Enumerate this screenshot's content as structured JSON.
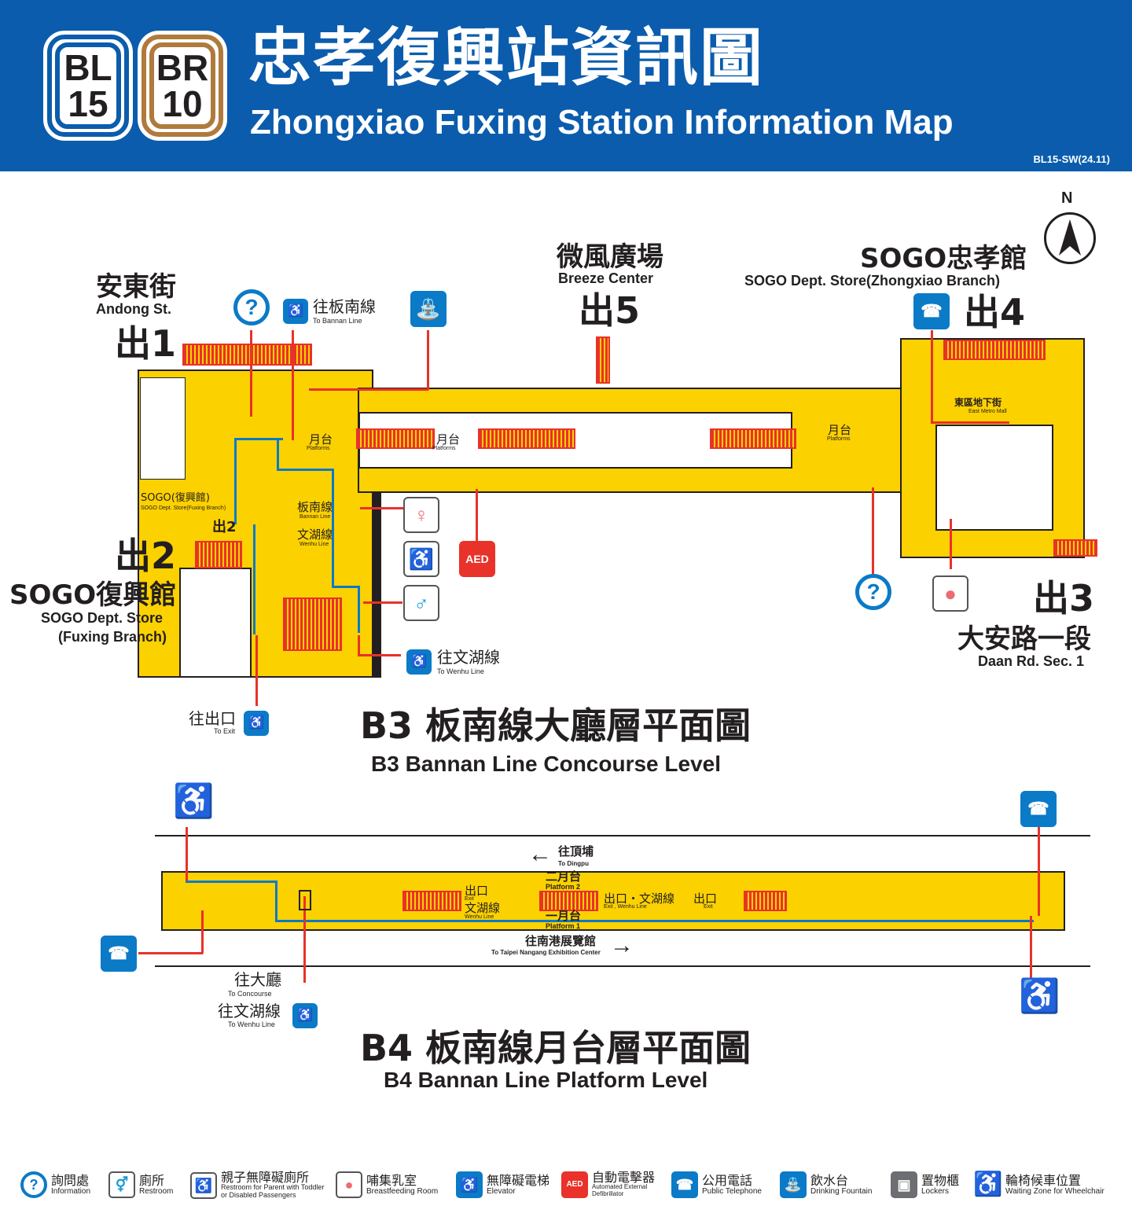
{
  "header": {
    "badges": [
      {
        "line": "BL",
        "num": "15",
        "color": "#0b5cad"
      },
      {
        "line": "BR",
        "num": "10",
        "color": "#b07a3c"
      }
    ],
    "title_zh": "忠孝復興站資訊圖",
    "title_en": "Zhongxiao Fuxing Station Information Map",
    "code": "BL15-SW(24.11)",
    "bg": "#0b5cad"
  },
  "compass": "N",
  "b3": {
    "exit1": {
      "zh": "安東街",
      "en": "Andong St.",
      "exit": "出1"
    },
    "exit2": {
      "zh": "SOGO復興館",
      "en1": "SOGO Dept. Store",
      "en2": "(Fuxing Branch)",
      "exit": "出2",
      "small": "出2"
    },
    "exit3": {
      "zh": "大安路一段",
      "en": "Daan Rd. Sec. 1",
      "exit": "出3"
    },
    "exit4": {
      "zh": "SOGO忠孝館",
      "en": "SOGO Dept. Store(Zhongxiao Branch)",
      "exit": "出4"
    },
    "exit5": {
      "zh": "微風廣場",
      "en": "Breeze Center",
      "exit": "出5"
    },
    "sogo_inner": {
      "zh": "SOGO(復興館)",
      "en": "SOGO Dept. Store(Fuxing Branch)"
    },
    "east_metro": {
      "zh": "東區地下街",
      "en": "East Metro Mall"
    },
    "platforms": [
      {
        "zh": "月台",
        "en": "Platforms"
      },
      {
        "zh": "月台",
        "en": "Platforms"
      },
      {
        "zh": "月台",
        "en": "Platforms"
      }
    ],
    "bannan": {
      "zh": "板南線",
      "en": "Bannan Line"
    },
    "wenhu": {
      "zh": "文湖線",
      "en": "Wenhu Line"
    },
    "to_bannan": {
      "zh": "往板南線",
      "en": "To Bannan Line"
    },
    "to_wenhu": {
      "zh": "往文湖線",
      "en": "To Wenhu Line"
    },
    "to_exit": {
      "zh": "往出口",
      "en": "To Exit"
    },
    "level_zh": "B3  板南線大廳層平面圖",
    "level_en": "B3  Bannan Line Concourse Level"
  },
  "b4": {
    "to_dingpu": {
      "zh": "往頂埔",
      "en": "To Dingpu"
    },
    "to_nangang": {
      "zh": "往南港展覽館",
      "en": "To Taipei Nangang Exhibition Center"
    },
    "platform2": {
      "zh": "二月台",
      "en": "Platform 2"
    },
    "platform1": {
      "zh": "一月台",
      "en": "Platform 1"
    },
    "exit_left": {
      "zh": "出口",
      "en": "Exit"
    },
    "wenhu_left": {
      "zh": "文湖線",
      "en": "Wenhu Line"
    },
    "exit_wenhu": {
      "zh": "出口・文湖線",
      "en": "Exit , Wenhu Line"
    },
    "exit_right": {
      "zh": "出口",
      "en": "Exit"
    },
    "to_concourse": {
      "zh": "往大廳",
      "en": "To Concourse"
    },
    "to_wenhu": {
      "zh": "往文湖線",
      "en": "To Wenhu Line"
    },
    "level_zh": "B4  板南線月台層平面圖",
    "level_en": "B4  Bannan Line Platform Level"
  },
  "legend": [
    {
      "icon": "information-icon",
      "zh": "詢問處",
      "en": "Information"
    },
    {
      "icon": "restroom-icon",
      "zh": "廁所",
      "en": "Restroom"
    },
    {
      "icon": "family-restroom-icon",
      "zh": "親子無障礙廁所",
      "en": "Restroom for Parent with Toddler or Disabled Passengers"
    },
    {
      "icon": "breastfeeding-icon",
      "zh": "哺集乳室",
      "en": "Breastfeeding Room"
    },
    {
      "icon": "elevator-icon",
      "zh": "無障礙電梯",
      "en": "Elevator"
    },
    {
      "icon": "aed-icon",
      "zh": "自動電擊器",
      "en": "Automated External Defibrillator"
    },
    {
      "icon": "telephone-icon",
      "zh": "公用電話",
      "en": "Public Telephone"
    },
    {
      "icon": "drinking-fountain-icon",
      "zh": "飲水台",
      "en": "Drinking Fountain"
    },
    {
      "icon": "locker-icon",
      "zh": "置物櫃",
      "en": "Lockers"
    },
    {
      "icon": "wheelchair-icon",
      "zh": "輪椅候車位置",
      "en": "Waiting Zone for Wheelchair"
    }
  ],
  "colors": {
    "corridor": "#fcd100",
    "escalator": "#e8322a",
    "route": "#0b7ac7",
    "facility_line": "#e8322a"
  }
}
